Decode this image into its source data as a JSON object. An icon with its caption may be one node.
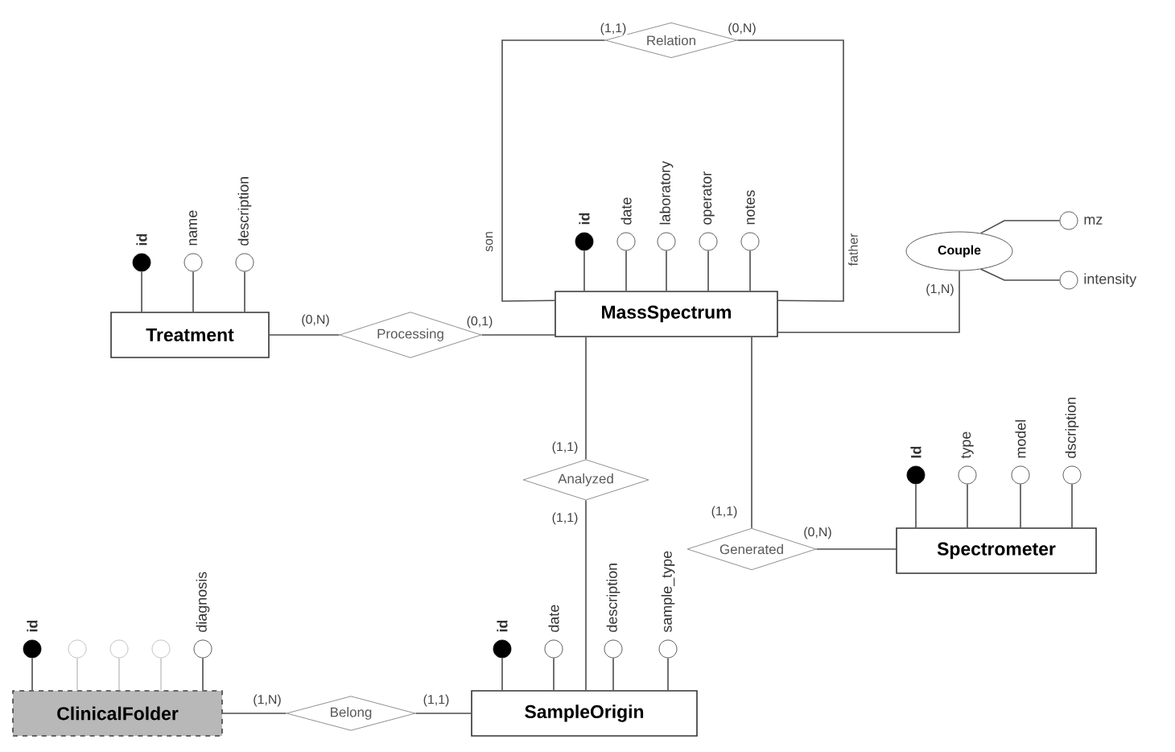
{
  "diagram": {
    "nodes": [
      {
        "text": [
          "Treatment"
        ]
      },
      {
        "text": [
          "id"
        ]
      },
      {
        "text": [
          "name"
        ]
      },
      {
        "text": [
          "description"
        ]
      },
      {
        "text": [
          "Processing"
        ]
      },
      {
        "text": [
          "MassSpectrum"
        ]
      },
      {
        "text": [
          "id"
        ]
      },
      {
        "text": [
          "date"
        ]
      },
      {
        "text": [
          "laboratory"
        ]
      },
      {
        "text": [
          "operator"
        ]
      },
      {
        "text": [
          "notes"
        ]
      },
      {
        "text": [
          "Relation"
        ]
      },
      {
        "text": [
          "Couple"
        ]
      },
      {
        "text": [
          "mz"
        ]
      },
      {
        "text": [
          "intensity"
        ]
      },
      {
        "text": [
          "Analyzed"
        ]
      },
      {
        "text": [
          "Generated"
        ]
      },
      {
        "text": [
          "Spectrometer"
        ]
      },
      {
        "text": [
          "Id"
        ]
      },
      {
        "text": [
          "type"
        ]
      },
      {
        "text": [
          "model"
        ]
      },
      {
        "text": [
          "dscription"
        ]
      },
      {
        "text": [
          "ClinicalFolder"
        ]
      },
      {
        "text": [
          "id"
        ]
      },
      {
        "text": [],
        "shape": "circle"
      },
      {
        "text": [],
        "shape": "circle"
      },
      {
        "text": [],
        "shape": "circle"
      },
      {
        "text": [
          "diagnosis"
        ]
      },
      {
        "text": [
          "Belong"
        ]
      },
      {
        "text": [
          "SampleOrigin"
        ]
      },
      {
        "text": [
          "id"
        ]
      },
      {
        "text": [
          "date"
        ]
      },
      {
        "text": [
          "description"
        ]
      },
      {
        "text": [
          "sample_type"
        ]
      }
    ],
    "edges": [
      {
        "from": 1,
        "to": 0,
        "arrow": "none"
      },
      {
        "from": 2,
        "to": 0,
        "arrow": "none"
      },
      {
        "from": 3,
        "to": 0,
        "arrow": "none"
      },
      {
        "from": 0,
        "to": 4,
        "arrow": "none",
        "label": "(0,N)"
      },
      {
        "from": 4,
        "to": 5,
        "arrow": "none",
        "label": "(0,1)"
      },
      {
        "from": 6,
        "to": 5,
        "arrow": "none"
      },
      {
        "from": 7,
        "to": 5,
        "arrow": "none"
      },
      {
        "from": 8,
        "to": 5,
        "arrow": "none"
      },
      {
        "from": 9,
        "to": 5,
        "arrow": "none"
      },
      {
        "from": 10,
        "to": 5,
        "arrow": "none"
      },
      {
        "from": 5,
        "to": 11,
        "arrow": "none",
        "label": "(1,1)"
      },
      {
        "from": 5,
        "to": 11,
        "arrow": "none",
        "label": "(0,N)"
      },
      {
        "from": 5,
        "to": 12,
        "arrow": "none",
        "label": "(1,N)"
      },
      {
        "from": 12,
        "to": 13,
        "arrow": "none"
      },
      {
        "from": 12,
        "to": 14,
        "arrow": "none"
      },
      {
        "from": 5,
        "to": 15,
        "arrow": "none",
        "label": "(1,1)"
      },
      {
        "from": 15,
        "to": 29,
        "arrow": "none",
        "label": "(1,1)"
      },
      {
        "from": 5,
        "to": 16,
        "arrow": "none",
        "label": "(1,1)"
      },
      {
        "from": 16,
        "to": 17,
        "arrow": "none",
        "label": "(0,N)"
      },
      {
        "from": 18,
        "to": 17,
        "arrow": "none"
      },
      {
        "from": 19,
        "to": 17,
        "arrow": "none"
      },
      {
        "from": 20,
        "to": 17,
        "arrow": "none"
      },
      {
        "from": 21,
        "to": 17,
        "arrow": "none"
      },
      {
        "from": 23,
        "to": 22,
        "arrow": "none"
      },
      {
        "from": 24,
        "to": 22,
        "arrow": "none",
        "color": "#c8c8c8"
      },
      {
        "from": 25,
        "to": 22,
        "arrow": "none",
        "color": "#c8c8c8"
      },
      {
        "from": 26,
        "to": 22,
        "arrow": "none",
        "color": "#c8c8c8"
      },
      {
        "from": 27,
        "to": 22,
        "arrow": "none"
      },
      {
        "from": 22,
        "to": 28,
        "arrow": "none",
        "label": "(1,N)"
      },
      {
        "from": 28,
        "to": 29,
        "arrow": "none",
        "label": "(1,1)"
      },
      {
        "from": 30,
        "to": 29,
        "arrow": "none"
      },
      {
        "from": 31,
        "to": 29,
        "arrow": "none"
      },
      {
        "from": 32,
        "to": 29,
        "arrow": "none"
      },
      {
        "from": 33,
        "to": 29,
        "arrow": "none"
      }
    ],
    "labels": [
      "son",
      "father"
    ]
  }
}
